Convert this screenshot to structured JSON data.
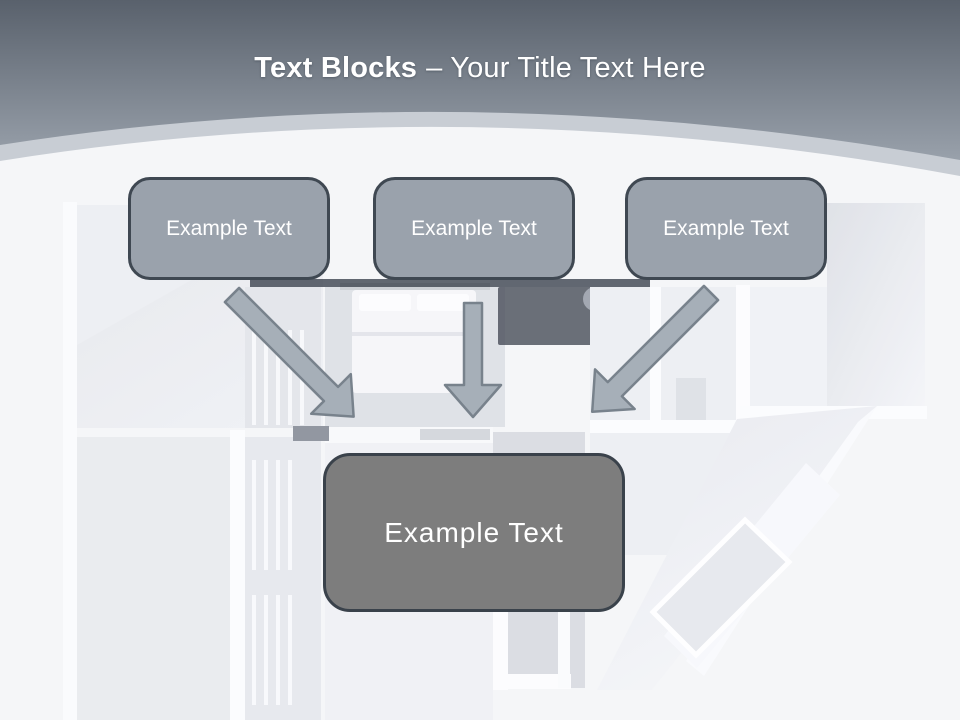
{
  "title": {
    "bold": "Text Blocks",
    "regular": "– Your Title Text Here"
  },
  "text_blocks": {
    "top": [
      {
        "label": "Example Text"
      },
      {
        "label": "Example Text"
      },
      {
        "label": "Example Text"
      }
    ],
    "bottom": {
      "label": "Example Text"
    }
  },
  "arrows": [
    {
      "name": "arrow-left-diagonal",
      "direction": "down-right"
    },
    {
      "name": "arrow-middle",
      "direction": "down"
    },
    {
      "name": "arrow-right-diagonal",
      "direction": "down-left"
    }
  ],
  "background": {
    "image": "apartment-floor-plan-top-view"
  },
  "colors": {
    "header_gradient_top": "#59616c",
    "header_gradient_bottom": "#99a1ab",
    "header_arc_band": "#c8cdd4",
    "page_background": "#f5f6f8",
    "block_fill": "#9aa2ac",
    "block_border": "#3f4852",
    "block_text": "#ffffff",
    "bottom_block_fill": "#7d7d7d",
    "bottom_block_border": "#3a424b",
    "arrow_fill": "#a6afb8",
    "arrow_outline": "#78828c"
  }
}
